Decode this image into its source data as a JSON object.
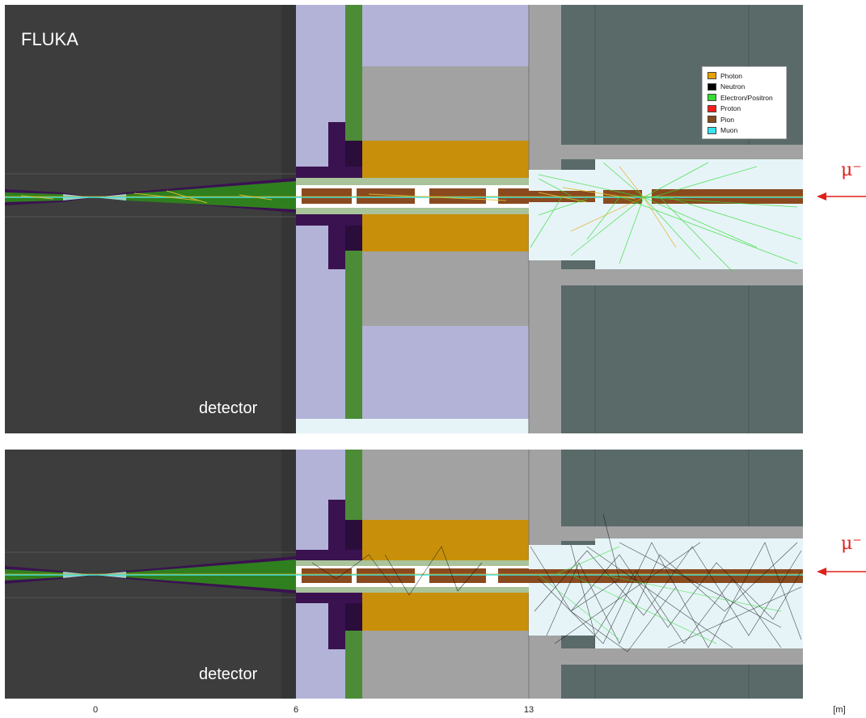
{
  "panels": [
    {
      "simulation_label": "FLUKA",
      "detector_label": "detector",
      "legend": [
        {
          "label": "Photon",
          "color": "#e8a100"
        },
        {
          "label": "Neutron",
          "color": "#000000"
        },
        {
          "label": "Electron/Positron",
          "color": "#33dd33"
        },
        {
          "label": "Proton",
          "color": "#ff1a1a"
        },
        {
          "label": "Pion",
          "color": "#8a4a1f"
        },
        {
          "label": "Muon",
          "color": "#33e6f0"
        }
      ],
      "beam_particle": "μ⁻"
    },
    {
      "detector_label": "detector",
      "beam_particle": "μ⁻"
    }
  ],
  "axis": {
    "ticks": [
      "0",
      "6",
      "13"
    ],
    "unit": "[m]"
  },
  "colors": {
    "detector": "#3d3d3d",
    "shield_lavender": "#b3b3d8",
    "green_layer": "#4c8c36",
    "purple_nozzle": "#3a1250",
    "orange_block": "#c8900a",
    "gray_block": "#a2a2a2",
    "slate": "#5a6a68",
    "beam_red": "#e0201b"
  }
}
